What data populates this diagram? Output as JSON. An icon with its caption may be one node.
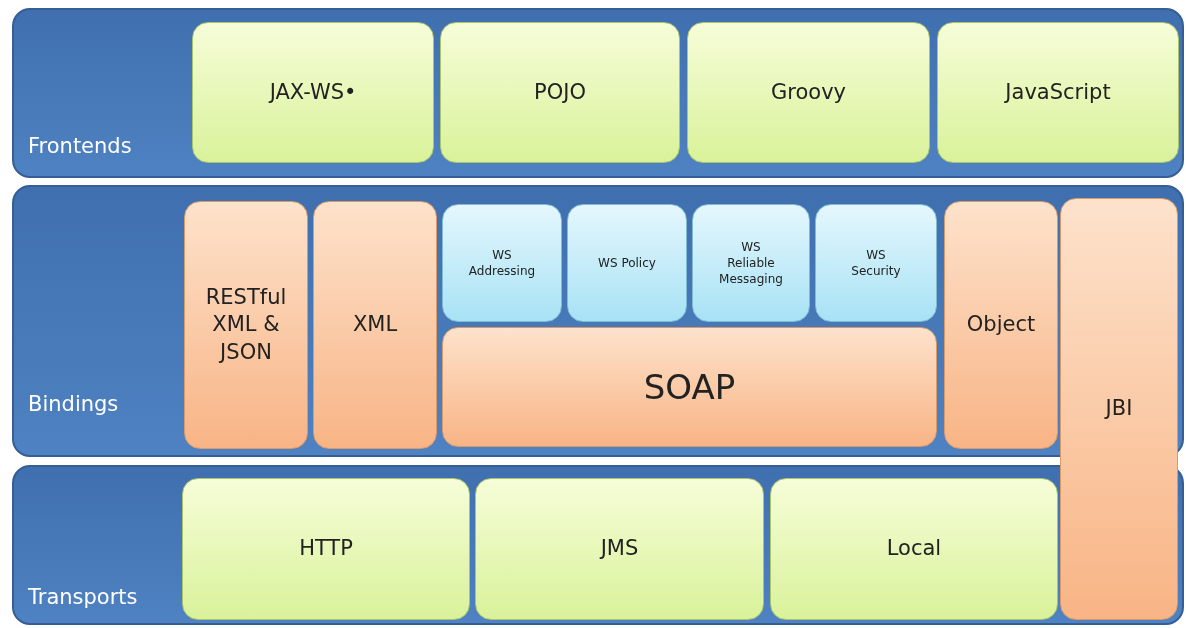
{
  "diagram": {
    "nodes": [
      {
        "text": [
          "Frontends"
        ]
      },
      {
        "text": [
          "JAX-WS•"
        ],
        "in": 0
      },
      {
        "text": [
          "POJO"
        ],
        "in": 0
      },
      {
        "text": [
          "Groovy"
        ],
        "in": 0
      },
      {
        "text": [
          "JavaScript"
        ],
        "in": 0
      },
      {
        "text": [
          "Bindings"
        ]
      },
      {
        "text": [
          "RESTful XML & JSON"
        ],
        "in": 5
      },
      {
        "text": [
          "XML"
        ],
        "in": 5
      },
      {
        "text": [
          "WS Addressing"
        ],
        "in": 5
      },
      {
        "text": [
          "WS Policy"
        ],
        "in": 5
      },
      {
        "text": [
          "WS Reliable Messaging"
        ],
        "in": 5
      },
      {
        "text": [
          "WS Security"
        ],
        "in": 5
      },
      {
        "text": [
          "SOAP"
        ],
        "in": 5
      },
      {
        "text": [
          "Object"
        ],
        "in": 5
      },
      {
        "text": [
          "JBI"
        ]
      },
      {
        "text": [
          "Transports"
        ]
      },
      {
        "text": [
          "HTTP"
        ],
        "in": 15
      },
      {
        "text": [
          "JMS"
        ],
        "in": 15
      },
      {
        "text": [
          "Local"
        ],
        "in": 15
      }
    ]
  }
}
